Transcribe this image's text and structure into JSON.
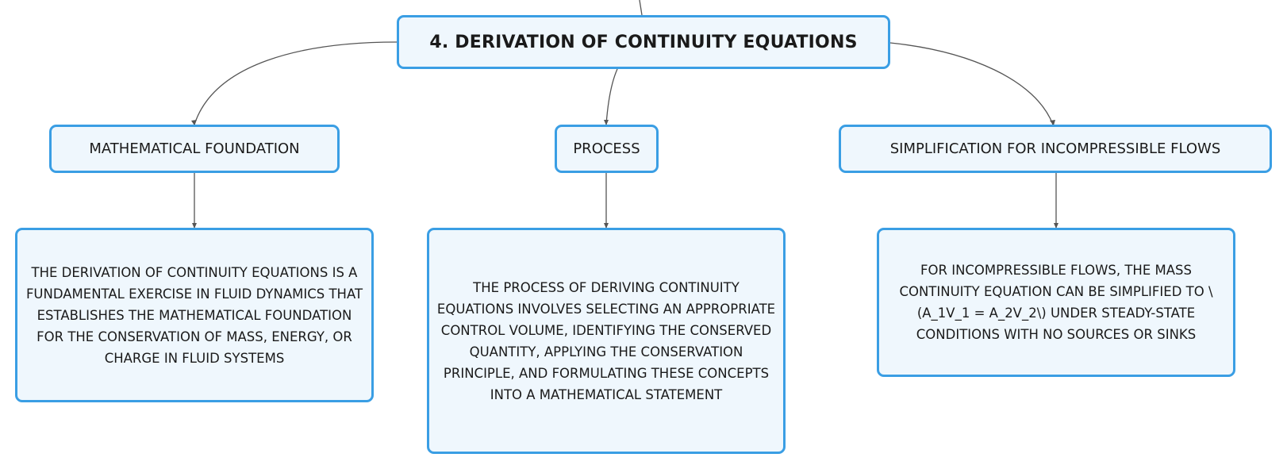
{
  "root": {
    "label": "4. DERIVATION OF CONTINUITY EQUATIONS"
  },
  "branches": [
    {
      "label": "MATHEMATICAL FOUNDATION"
    },
    {
      "label": "PROCESS"
    },
    {
      "label": "SIMPLIFICATION FOR INCOMPRESSIBLE FLOWS"
    }
  ],
  "leaves": [
    {
      "text": "THE DERIVATION OF CONTINUITY EQUATIONS IS A FUNDAMENTAL EXERCISE IN FLUID DYNAMICS THAT ESTABLISHES THE MATHEMATICAL FOUNDATION FOR THE CONSERVATION OF MASS, ENERGY, OR CHARGE IN FLUID SYSTEMS"
    },
    {
      "text": "THE PROCESS OF DERIVING CONTINUITY EQUATIONS INVOLVES SELECTING AN APPROPRIATE CONTROL VOLUME, IDENTIFYING THE CONSERVED QUANTITY, APPLYING THE CONSERVATION PRINCIPLE, AND FORMULATING THESE CONCEPTS INTO A MATHEMATICAL STATEMENT"
    },
    {
      "text": "FOR INCOMPRESSIBLE FLOWS, THE MASS CONTINUITY EQUATION CAN BE SIMPLIFIED TO \\(A_1V_1 = A_2V_2\\) UNDER STEADY-STATE CONDITIONS WITH NO SOURCES OR SINKS"
    }
  ],
  "colors": {
    "node_border": "#3a9ee4",
    "node_fill": "#eff7fd",
    "connector": "#555555"
  }
}
